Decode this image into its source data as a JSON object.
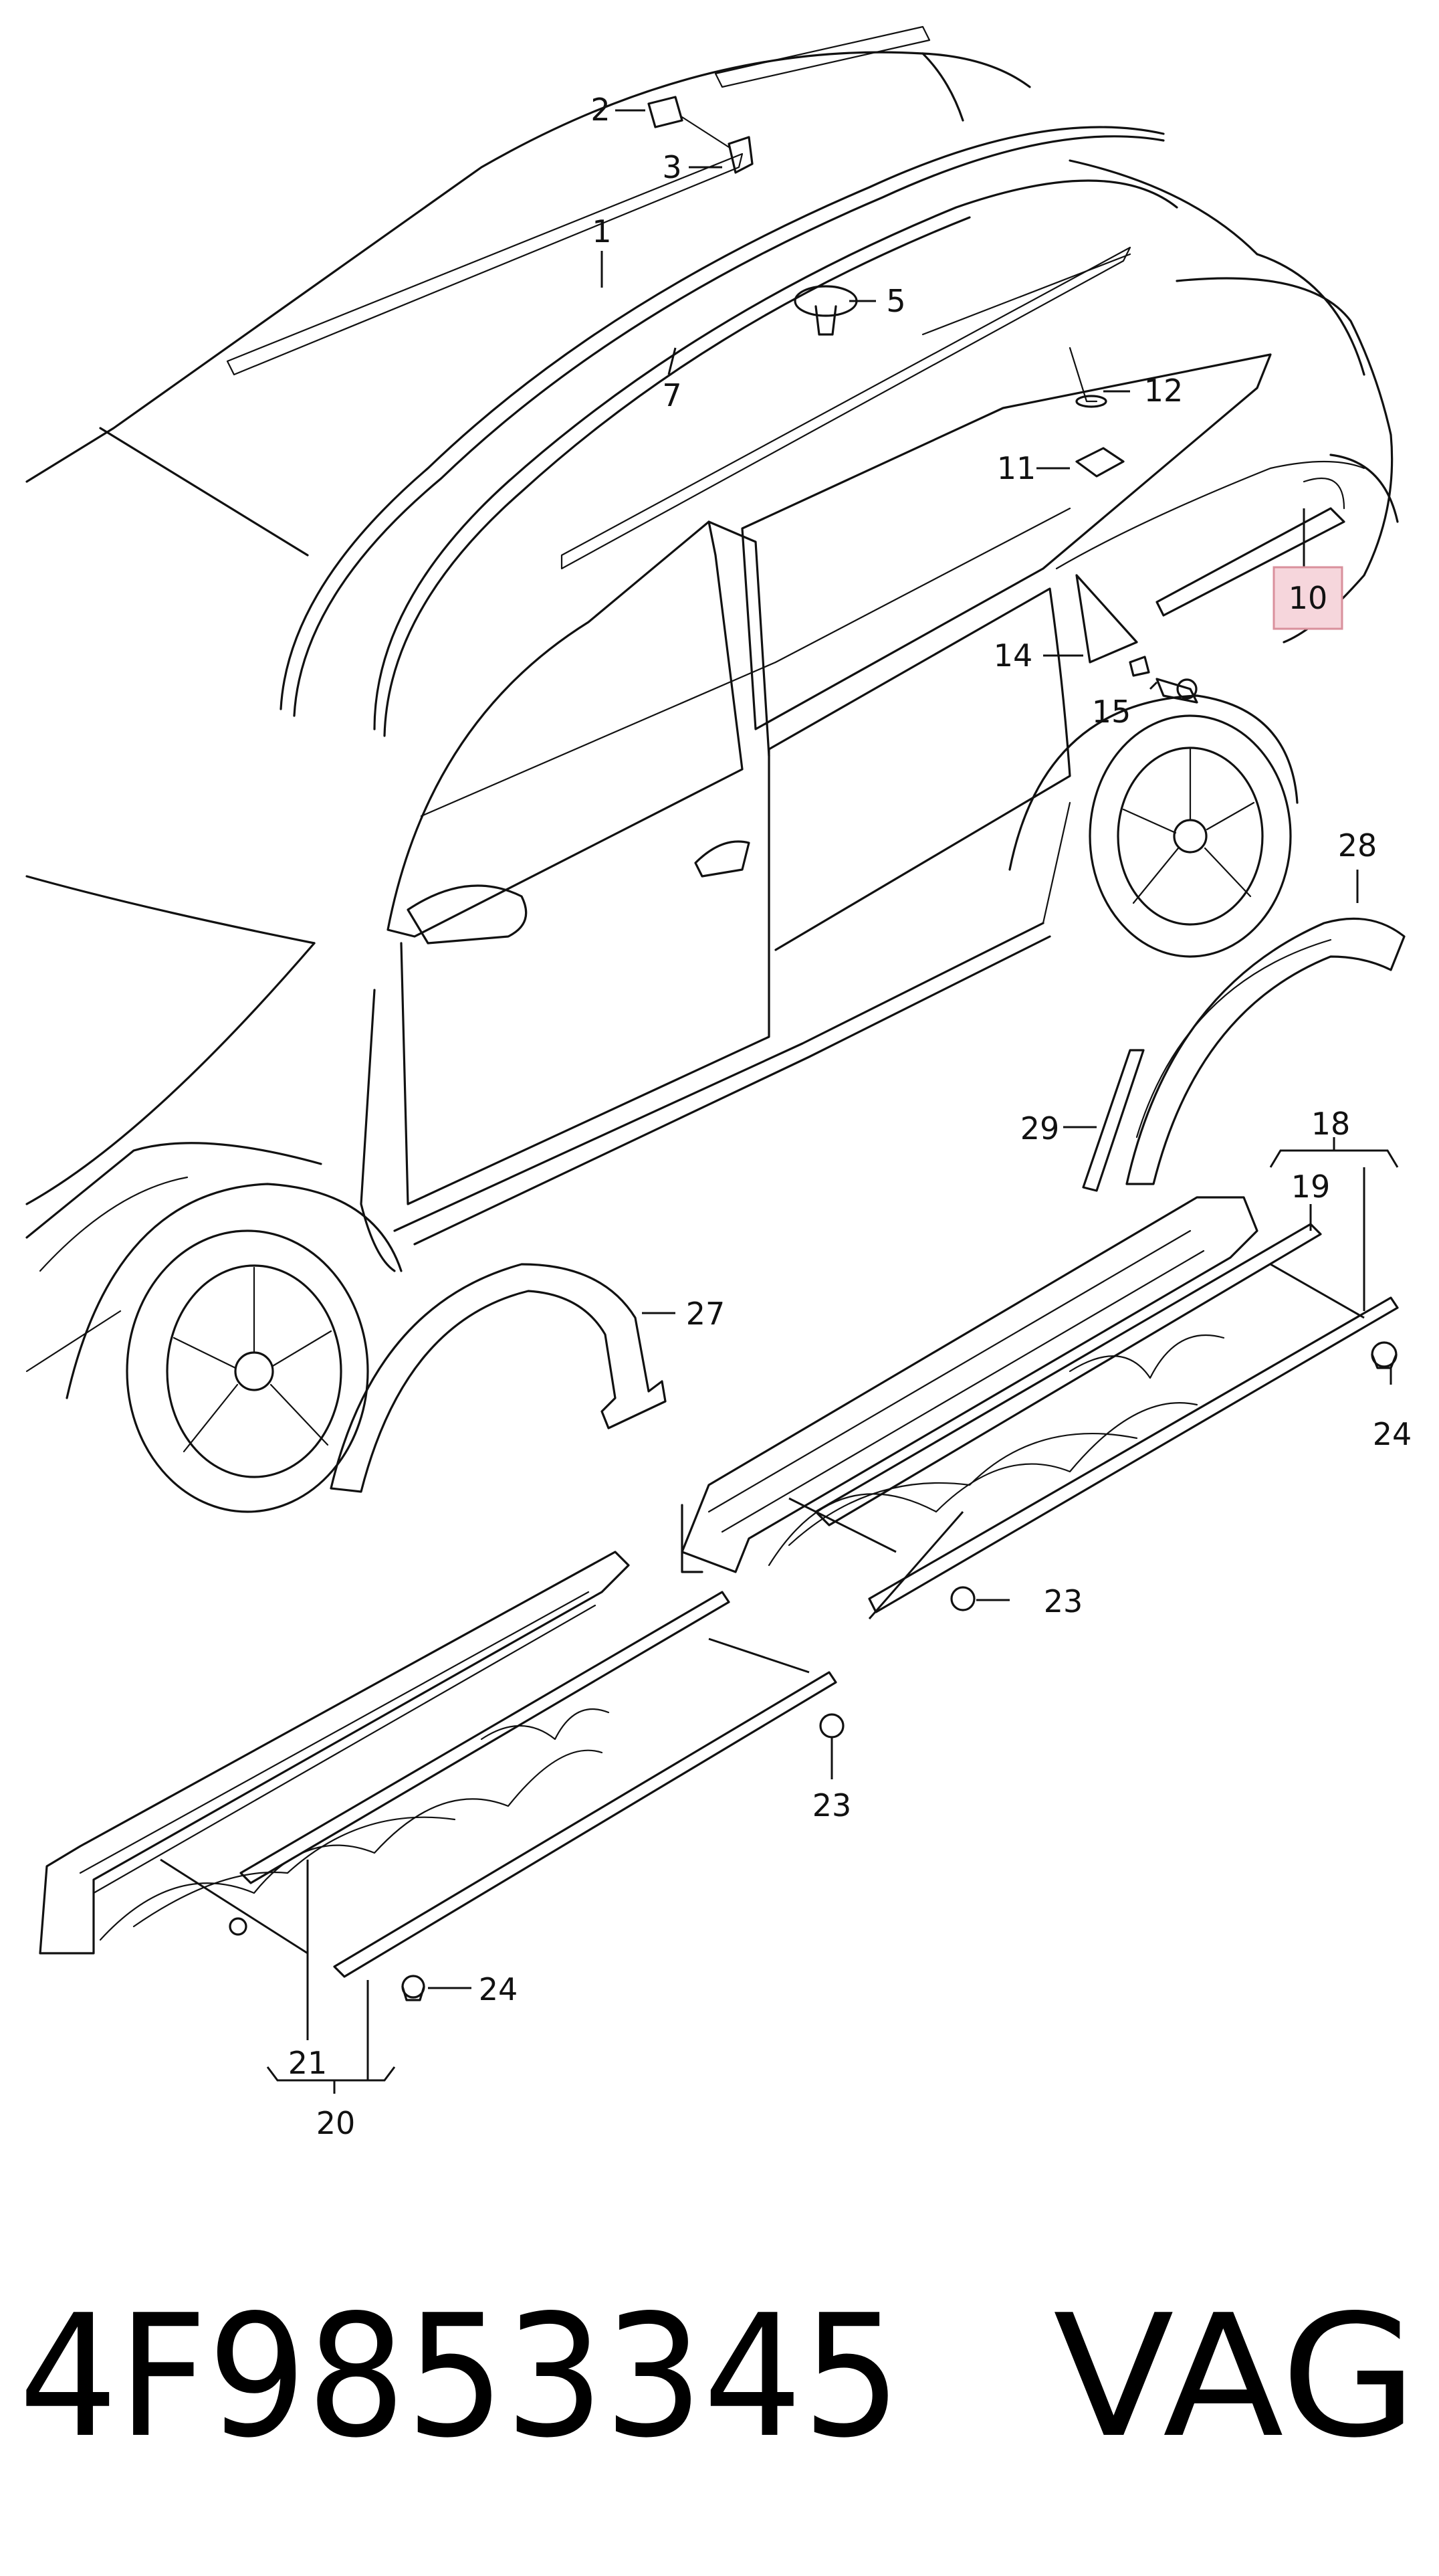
{
  "callouts": [
    "1",
    "2",
    "3",
    "5",
    "7",
    "10",
    "11",
    "12",
    "14",
    "15",
    "18",
    "19",
    "20",
    "21",
    "23",
    "23",
    "24",
    "24",
    "27",
    "28",
    "29"
  ],
  "highlight_color": "#f6d6dc",
  "highlight_border": "#d9909c",
  "part_number": "4F9853345",
  "brand": "VAG"
}
